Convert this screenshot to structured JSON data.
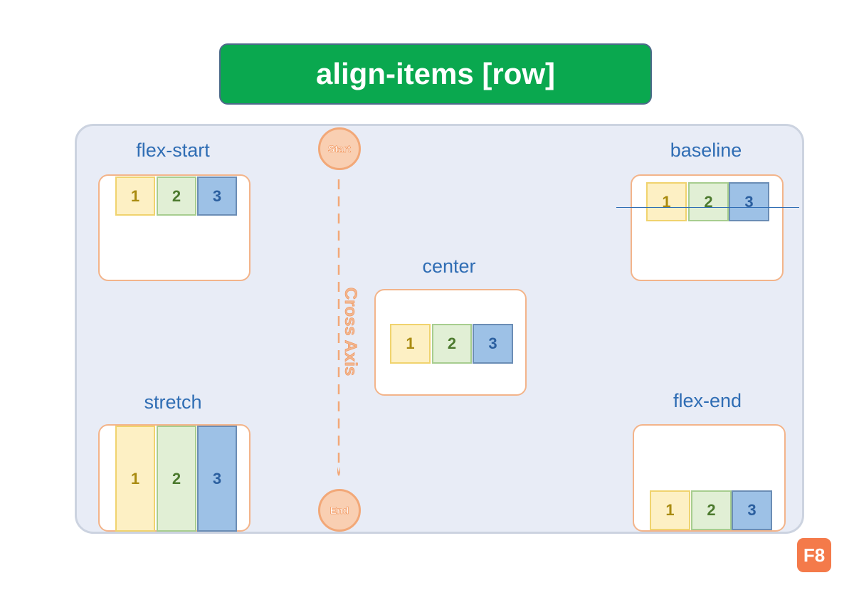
{
  "title": "align-items [row]",
  "axis": {
    "start_label": "Start",
    "end_label": "End",
    "name": "Cross Axis"
  },
  "examples": {
    "flex_start": {
      "label": "flex-start",
      "items": [
        "1",
        "2",
        "3"
      ]
    },
    "baseline": {
      "label": "baseline",
      "items": [
        "1",
        "2",
        "3"
      ]
    },
    "center": {
      "label": "center",
      "items": [
        "1",
        "2",
        "3"
      ]
    },
    "stretch": {
      "label": "stretch",
      "items": [
        "1",
        "2",
        "3"
      ]
    },
    "flex_end": {
      "label": "flex-end",
      "items": [
        "1",
        "2",
        "3"
      ]
    }
  },
  "logo": "F8",
  "colors": {
    "title_bg": "#0aa84f",
    "panel_bg": "#e8ecf6",
    "label": "#2f6db4",
    "box_border": "#f3b48a",
    "item1": "#fdf0c4",
    "item2": "#e1efd5",
    "item3": "#9dc1e6",
    "axis": "#f2a878",
    "logo_bg": "#f47a4a"
  }
}
